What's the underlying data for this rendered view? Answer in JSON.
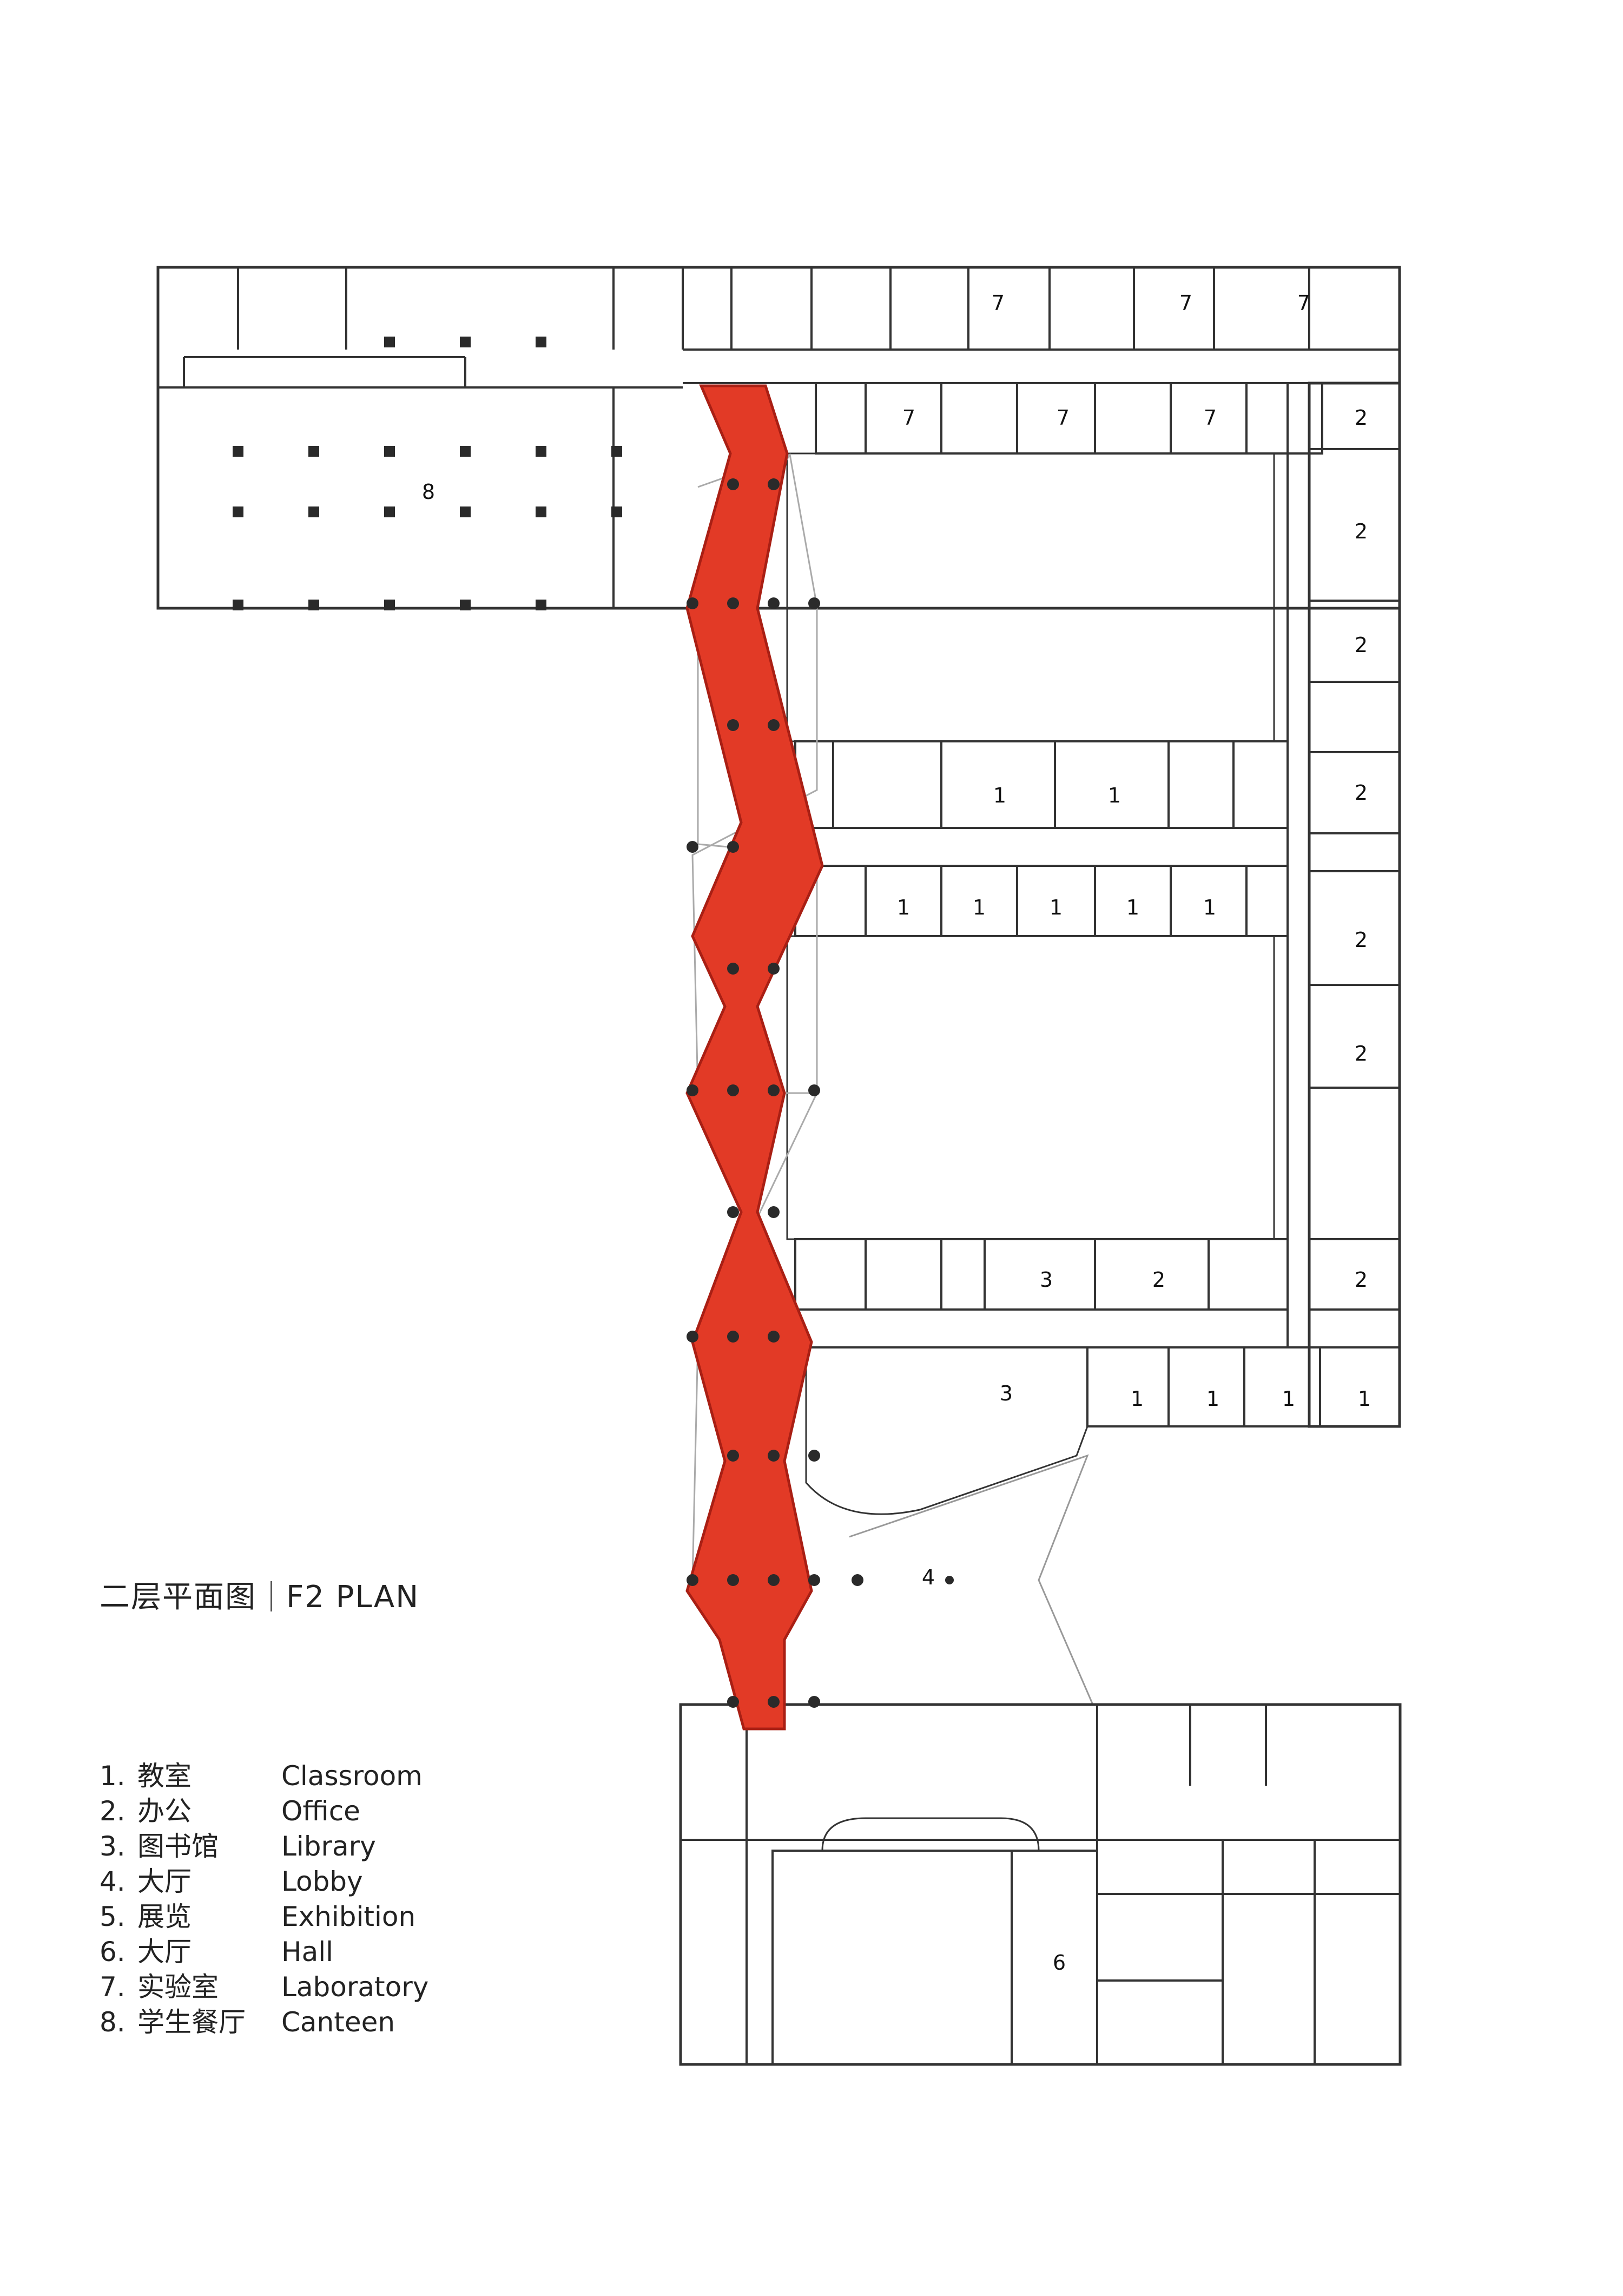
{
  "title": {
    "zh": "二层平面图",
    "en": "F2 PLAN"
  },
  "legend": [
    {
      "num": "1.",
      "zh": "教室",
      "en": "Classroom"
    },
    {
      "num": "2.",
      "zh": "办公",
      "en": "Office"
    },
    {
      "num": "3.",
      "zh": "图书馆",
      "en": "Library"
    },
    {
      "num": "4.",
      "zh": "大厅",
      "en": "Lobby"
    },
    {
      "num": "5.",
      "zh": "展览",
      "en": "Exhibition"
    },
    {
      "num": "6.",
      "zh": "大厅",
      "en": "Hall"
    },
    {
      "num": "7.",
      "zh": "实验室",
      "en": "Laboratory"
    },
    {
      "num": "8.",
      "zh": "学生餐厅",
      "en": "Canteen"
    }
  ],
  "room_labels": {
    "canteen": "8",
    "lab": "7",
    "office": "2",
    "classroom": "1",
    "library": "3",
    "lobby": "4",
    "hall": "6"
  },
  "colors": {
    "spine": "#e23a26",
    "spine_edge": "#a91f14",
    "lines": "#333333",
    "column": "#2a2a2a"
  }
}
